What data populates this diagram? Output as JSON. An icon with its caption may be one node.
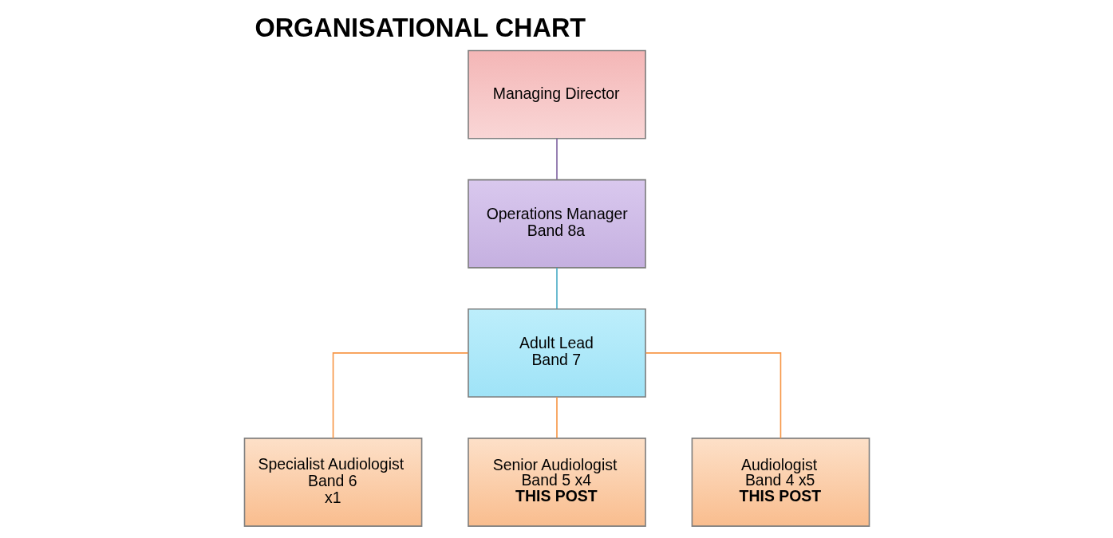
{
  "diagram": {
    "title": "ORGANISATIONAL CHART",
    "nodes": [
      {
        "text": [
          "Managing Director"
        ]
      },
      {
        "text": [
          "Operations Manager",
          "Band 8a"
        ]
      },
      {
        "text": [
          "Adult Lead",
          "Band 7"
        ]
      },
      {
        "text": [
          "Specialist Audiologist",
          "Band 6",
          "x1"
        ]
      },
      {
        "text": [
          "Senior Audiologist",
          "Band 5 x4",
          "THIS POST"
        ]
      },
      {
        "text": [
          "Audiologist",
          "Band 4 x5",
          "THIS POST"
        ]
      }
    ],
    "edges": [
      {
        "from": 0,
        "to": 1,
        "arrow": "none",
        "color": "#8064a2"
      },
      {
        "from": 1,
        "to": 2,
        "arrow": "none",
        "color": "#4bacc6"
      },
      {
        "from": 2,
        "to": 3,
        "arrow": "none"
      },
      {
        "from": 2,
        "to": 4,
        "arrow": "none"
      },
      {
        "from": 2,
        "to": 5,
        "arrow": "none"
      }
    ]
  }
}
